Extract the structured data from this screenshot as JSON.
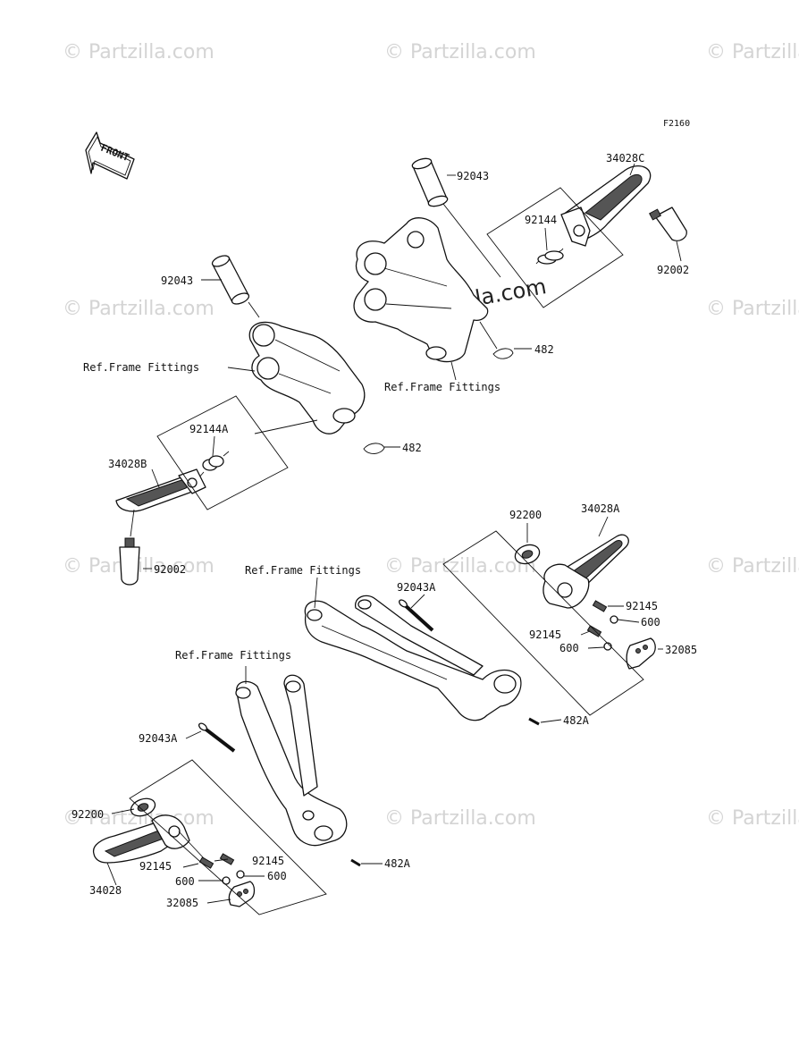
{
  "figure_code": "F2160",
  "front_arrow_label": "FRONT",
  "watermark": "© Partzilla.com",
  "center_watermark": "© Partzilla.com",
  "labels": {
    "rr_92043": "92043",
    "rr_34028c": "34028C",
    "rr_92144": "92144",
    "rr_92002": "92002",
    "rr_482": "482",
    "rr_frame": "Ref.Frame Fittings",
    "rl_92043": "92043",
    "rl_frame": "Ref.Frame Fittings",
    "rl_92144a": "92144A",
    "rl_482": "482",
    "rl_34028b": "34028B",
    "rl_92002": "92002",
    "fr_92200": "92200",
    "fr_34028a": "34028A",
    "fr_frame": "Ref.Frame Fittings",
    "fr_92043a": "92043A",
    "fr_92145_a": "92145",
    "fr_600_a": "600",
    "fr_92145_b": "92145",
    "fr_600_b": "600",
    "fr_32085": "32085",
    "fr_482a": "482A",
    "fl_frame": "Ref.Frame Fittings",
    "fl_92043a": "92043A",
    "fl_92200": "92200",
    "fl_92145_a": "92145",
    "fl_92145_b": "92145",
    "fl_600_a": "600",
    "fl_600_b": "600",
    "fl_34028": "34028",
    "fl_32085": "32085",
    "fl_482a": "482A"
  }
}
